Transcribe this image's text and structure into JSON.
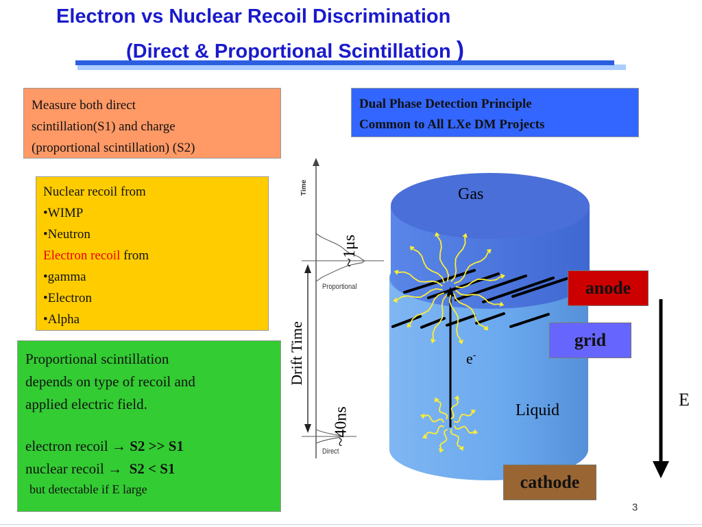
{
  "slide": {
    "title_line1": "Electron vs  Nuclear Recoil Discrimination",
    "title_line2": "(Direct & Proportional Scintillation",
    "title_close": ")",
    "page_number": "3"
  },
  "measure_box": {
    "lines": [
      "Measure both direct",
      "scintillation(S1) and charge",
      "(proportional scintillation) (S2)"
    ]
  },
  "principle_box": {
    "lines": [
      "Dual Phase Detection Principle",
      "Common to All LXe  DM Projects"
    ]
  },
  "recoil_box": {
    "line1": "Nuclear recoil from",
    "line2": "•WIMP",
    "line3": "•Neutron",
    "electron_recoil": "Electron recoil",
    "from": " from",
    "line5": "•gamma",
    "line6": "•Electron",
    "line7": "•Alpha"
  },
  "proportional_box": {
    "line1": "Proportional scintillation",
    "line2": "depends on type of recoil and",
    "line3": "applied electric field.",
    "er_label": "electron recoil →",
    "er_relation": "S2 >> S1",
    "nr_label": "nuclear recoil →",
    "nr_relation": "S2 < S1",
    "note": "but detectable if E large"
  },
  "timing_plot": {
    "time_axis": "Time",
    "proportional_label": "Proportional",
    "direct_label": "Direct",
    "drift_time": "Drift Time",
    "proportional_width": "~1μs",
    "direct_width": "~40ns"
  },
  "detector": {
    "gas": "Gas",
    "liquid": "Liquid",
    "electron": "e",
    "electron_sup": "-",
    "anode": "anode",
    "grid": "grid",
    "cathode": "cathode",
    "field": "E"
  },
  "colors": {
    "title": "#1a1acc",
    "measure_bg": "#ff9966",
    "principle_bg": "#3366ff",
    "recoil_bg": "#ffcc00",
    "proportional_bg": "#33cc33",
    "anode_bg": "#cc0000",
    "grid_bg": "#6666ff",
    "cathode_bg": "#996633",
    "gas_top": "#4a6fd8",
    "liquid": "#6aa8ee"
  }
}
